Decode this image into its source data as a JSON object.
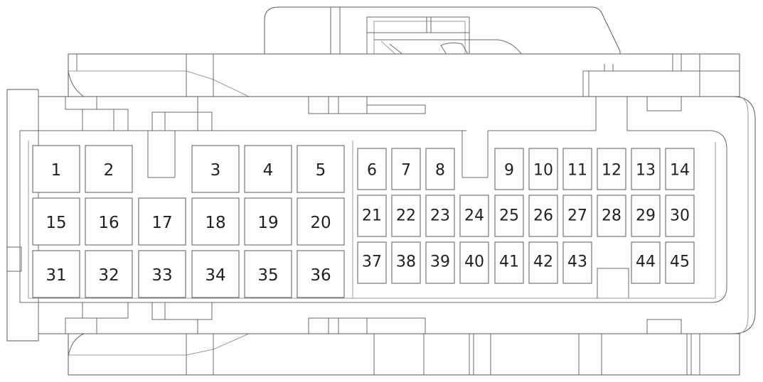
{
  "pins": {
    "1": "1",
    "2": "2",
    "3": "3",
    "4": "4",
    "5": "5",
    "6": "6",
    "7": "7",
    "8": "8",
    "9": "9",
    "10": "10",
    "11": "11",
    "12": "12",
    "13": "13",
    "14": "14",
    "15": "15",
    "16": "16",
    "17": "17",
    "18": "18",
    "19": "19",
    "20": "20",
    "21": "21",
    "22": "22",
    "23": "23",
    "24": "24",
    "25": "25",
    "26": "26",
    "27": "27",
    "28": "28",
    "29": "29",
    "30": "30",
    "31": "31",
    "32": "32",
    "33": "33",
    "34": "34",
    "35": "35",
    "36": "36",
    "37": "37",
    "38": "38",
    "39": "39",
    "40": "40",
    "41": "41",
    "42": "42",
    "43": "43",
    "44": "44",
    "45": "45"
  }
}
